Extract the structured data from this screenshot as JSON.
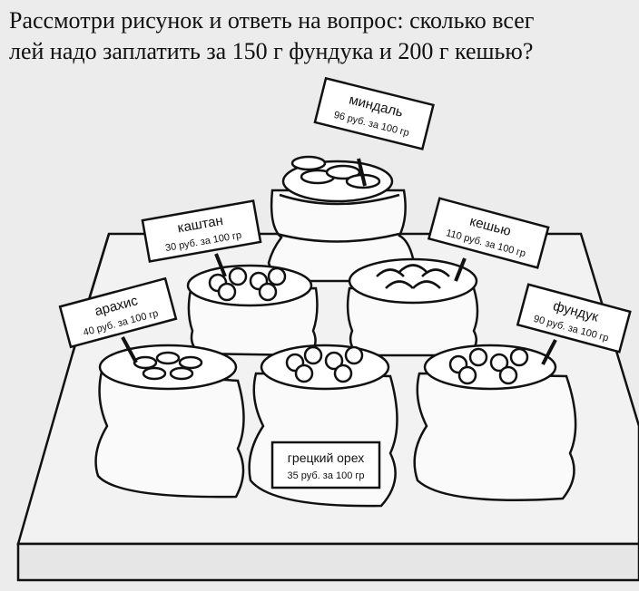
{
  "question": {
    "line1": "Рассмотри рисунок и ответь на вопрос: сколько всег",
    "line2": "лей надо заплатить за 150 г фундука и 200 г кешью?"
  },
  "items": [
    {
      "name": "миндаль",
      "price": "96 руб. за 100 гр"
    },
    {
      "name": "каштан",
      "price": "30 руб. за 100 гр"
    },
    {
      "name": "кешью",
      "price": "110 руб. за 100 гр"
    },
    {
      "name": "арахис",
      "price": "40 руб. за 100 гр"
    },
    {
      "name": "фундук",
      "price": "90 руб. за 100 гр"
    },
    {
      "name": "грецкий орех",
      "price": "35 руб. за 100 гр"
    }
  ],
  "colors": {
    "ink": "#111111",
    "paper": "#ececec",
    "label": "#ffffff"
  }
}
